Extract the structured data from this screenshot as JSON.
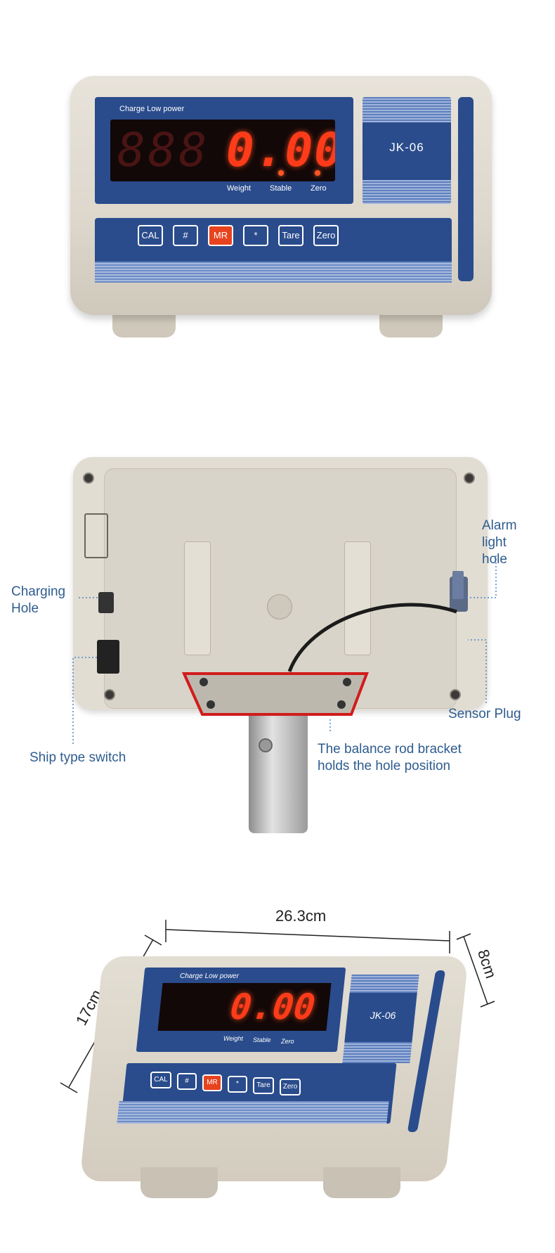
{
  "front": {
    "panel_title": "Charge  Low power",
    "ghost_digits": "888",
    "reading": "0.00",
    "indicators": [
      "Weight",
      "Stable",
      "Zero"
    ],
    "model": "JK-06",
    "keys": [
      "CAL",
      "#",
      "MR",
      "*",
      "Tare",
      "Zero"
    ],
    "colors": {
      "panel": "#2a4c8c",
      "led": "#ff3b1a",
      "mr_key": "#e8431f",
      "case": "#ddd7cc"
    }
  },
  "back": {
    "labels": {
      "alarm": "Alarm\nlight\nhole",
      "charging": "Charging\nHole",
      "sensor": "Sensor Plug",
      "switch": "Ship type switch",
      "bracket": "The balance rod bracket\nholds the hole position"
    },
    "colors": {
      "callout": "#2e5c8f",
      "highlight": "#d21b1b"
    }
  },
  "angled": {
    "width": "26.3cm",
    "depth": "17cm",
    "height": "8cm",
    "panel_title": "Charge  Low power",
    "reading": "0.00",
    "indicators": [
      "Weight",
      "Stable",
      "Zero"
    ],
    "model": "JK-06",
    "keys": [
      "CAL",
      "#",
      "MR",
      "*",
      "Tare",
      "Zero"
    ]
  }
}
